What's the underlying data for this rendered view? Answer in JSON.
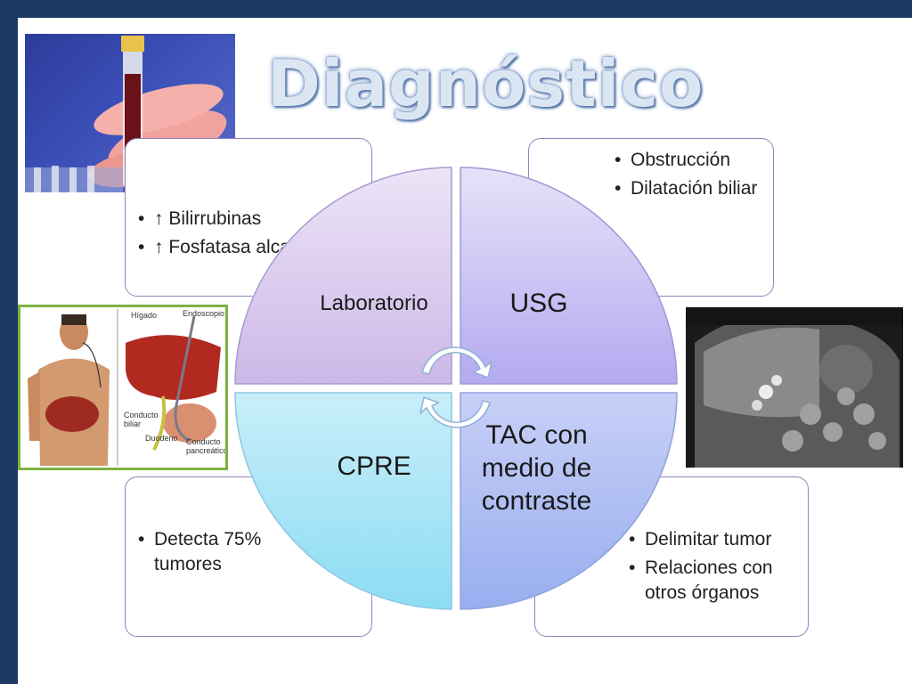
{
  "title": "Diagnóstico",
  "quadrants": [
    {
      "label": "Laboratorio",
      "color": "#d7c9ee"
    },
    {
      "label": "USG",
      "color": "#c8c1f0"
    },
    {
      "label": "CPRE",
      "color": "#a8dcf2"
    },
    {
      "label": "TAC con medio de contraste",
      "color": "#a9b8f2"
    }
  ],
  "boxes": {
    "laboratorio": [
      "↑ Bilirrubinas",
      "↑ Fosfatasa alcalina"
    ],
    "usg": [
      "Obstrucción",
      "Dilatación biliar"
    ],
    "cpre": [
      "Detecta 75% tumores"
    ],
    "tac": [
      "Delimitar tumor",
      "Relaciones con otros órganos"
    ]
  },
  "anatomy_labels": {
    "higado": "Hígado",
    "endoscopio": "Endoscopio",
    "conducto_biliar": "Conducto biliar",
    "duodeno": "Duodeno",
    "conducto_pancreatico": "Conducto pancreático"
  },
  "colors": {
    "frame": "#1d3a66",
    "box_border": "#8e86b8",
    "liver_frame": "#7cb342"
  }
}
